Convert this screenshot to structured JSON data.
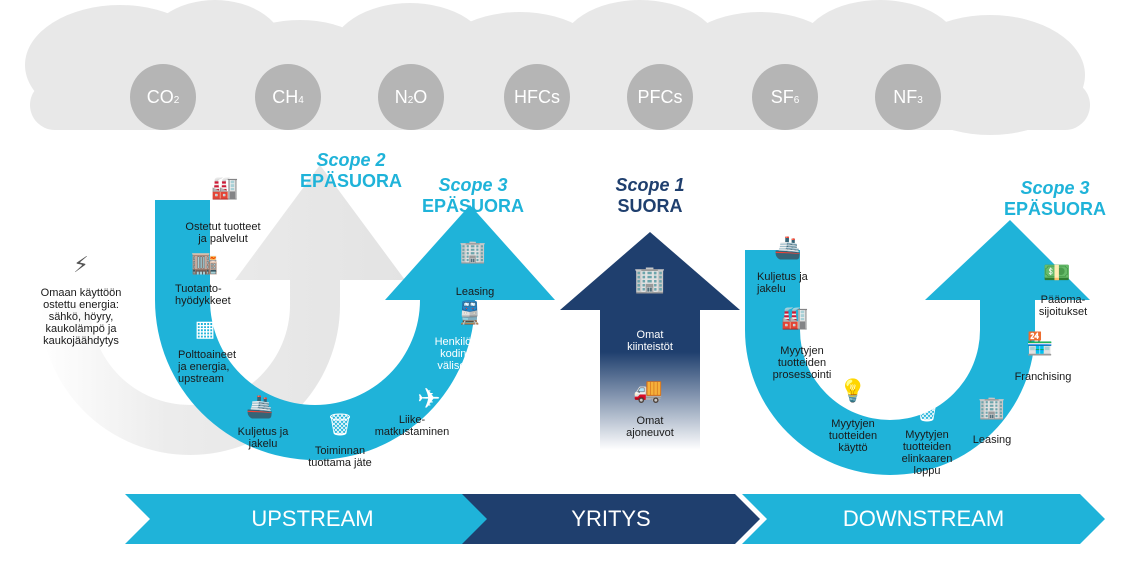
{
  "gases": [
    {
      "label": "CO",
      "sub": "2"
    },
    {
      "label": "CH",
      "sub": "4"
    },
    {
      "label": "N",
      "sub": "2",
      "suffix": "O"
    },
    {
      "label": "HFCs",
      "sub": ""
    },
    {
      "label": "PFCs",
      "sub": ""
    },
    {
      "label": "SF",
      "sub": "6"
    },
    {
      "label": "NF",
      "sub": "3"
    }
  ],
  "scopes": {
    "scope2": {
      "name": "Scope 2",
      "type": "EPÄSUORA"
    },
    "scope3_up": {
      "name": "Scope 3",
      "type": "EPÄSUORA"
    },
    "scope1": {
      "name": "Scope 1",
      "type": "SUORA"
    },
    "scope3_down": {
      "name": "Scope 3",
      "type": "EPÄSUORA"
    }
  },
  "energy_label": "Omaan käyttöön\nostettu energia:\nsähkö, höyry,\nkaukolämpö ja\nkaukojäähdytys",
  "upstream_items": {
    "purchased": "Ostetut tuotteet\nja palvelut",
    "capital_goods": "Tuotanto-\nhyödykkeet",
    "fuel": "Polttoaineet\nja energia,\nupstream",
    "transport": "Kuljetus ja\njakelu",
    "waste": "Toiminnan\ntuottama jäte",
    "business_travel": "Liike-\nmatkustaminen",
    "commuting": "Henkilökunnan\nkodin ja työn\nväliset matkat",
    "leasing": "Leasing"
  },
  "company_items": {
    "buildings": "Omat\nkiinteistöt",
    "vehicles": "Omat\najoneuvot"
  },
  "downstream_items": {
    "transport": "Kuljetus ja\njakelu",
    "processing": "Myytyjen\ntuotteiden\nprosessointi",
    "use": "Myytyjen\ntuotteiden\nkäyttö",
    "end_of_life": "Myytyjen\ntuotteiden\nelinkaaren\nloppu",
    "leasing": "Leasing",
    "franchising": "Franchising",
    "investments": "Pääoma-\nsijoitukset"
  },
  "stages": {
    "upstream": "UPSTREAM",
    "company": "YRITYS",
    "downstream": "DOWNSTREAM"
  },
  "colors": {
    "cyan": "#1fb3d9",
    "navy": "#1f3f6e",
    "cloud": "#e8e8e8",
    "gas": "#b5b5b5",
    "gray_arrow": "#e3e3e3"
  },
  "icons": [
    "factory-icon",
    "warehouse-icon",
    "fuel-barrels-icon",
    "ship-icon",
    "trash-icon",
    "airplane-icon",
    "train-icon",
    "building-icon",
    "truck-icon",
    "lightbulb-icon",
    "recycle-bin-icon",
    "store-icon",
    "money-icon",
    "lightning-icon"
  ]
}
